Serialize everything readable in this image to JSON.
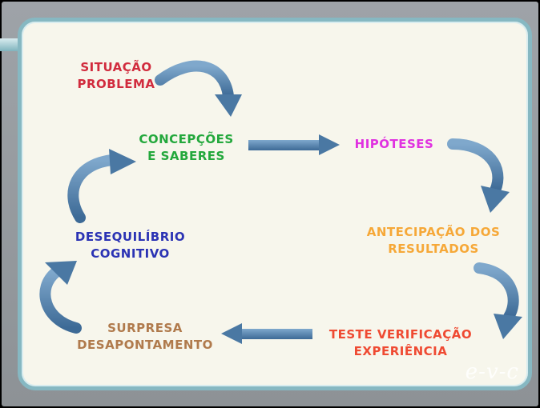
{
  "nodes": {
    "situacao": {
      "line1": "SITUAÇÃO",
      "line2": "PROBLEMA",
      "color": "#d12b3d"
    },
    "concepcoes": {
      "line1": "CONCEPÇÕES",
      "line2": "E SABERES",
      "color": "#23a83c"
    },
    "hipoteses": {
      "line1": "HIPÓTESES",
      "color": "#e032e0"
    },
    "antecipacao": {
      "line1": "ANTECIPAÇÃO DOS",
      "line2": "RESULTADOS",
      "color": "#f6a838"
    },
    "teste": {
      "line1": "TESTE VERIFICAÇÃO",
      "line2": "EXPERIÊNCIA",
      "color": "#ef4a32"
    },
    "surpresa": {
      "line1": "SURPRESA",
      "line2": "DESAPONTAMENTO",
      "color": "#b07a4c"
    },
    "desequilibrio": {
      "line1": "DESEQUILÍBRIO",
      "line2": "COGNITIVO",
      "color": "#2b33b4"
    }
  },
  "arrow_color": "#4f7ea8",
  "watermark": "e-v-c"
}
